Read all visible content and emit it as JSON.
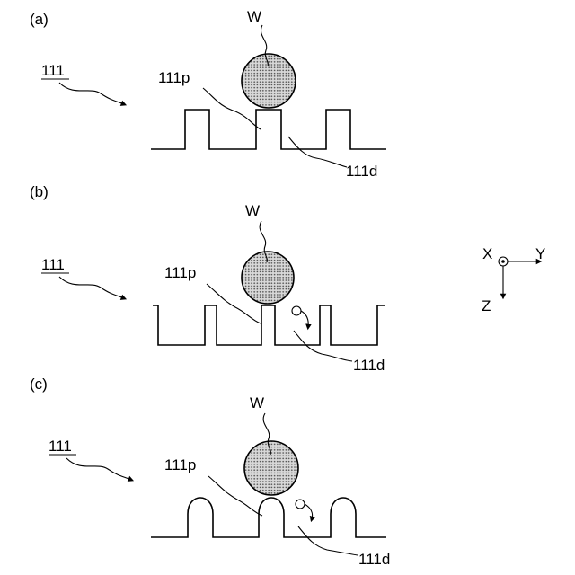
{
  "panels": {
    "a": {
      "tag": "(a)",
      "ref": "111",
      "wafer": "W",
      "peak": "111p",
      "dip": "111d"
    },
    "b": {
      "tag": "(b)",
      "ref": "111",
      "wafer": "W",
      "peak": "111p",
      "dip": "111d"
    },
    "c": {
      "tag": "(c)",
      "ref": "111",
      "wafer": "W",
      "peak": "111p",
      "dip": "111d"
    }
  },
  "axes": {
    "x": "X",
    "y": "Y",
    "z": "Z"
  }
}
